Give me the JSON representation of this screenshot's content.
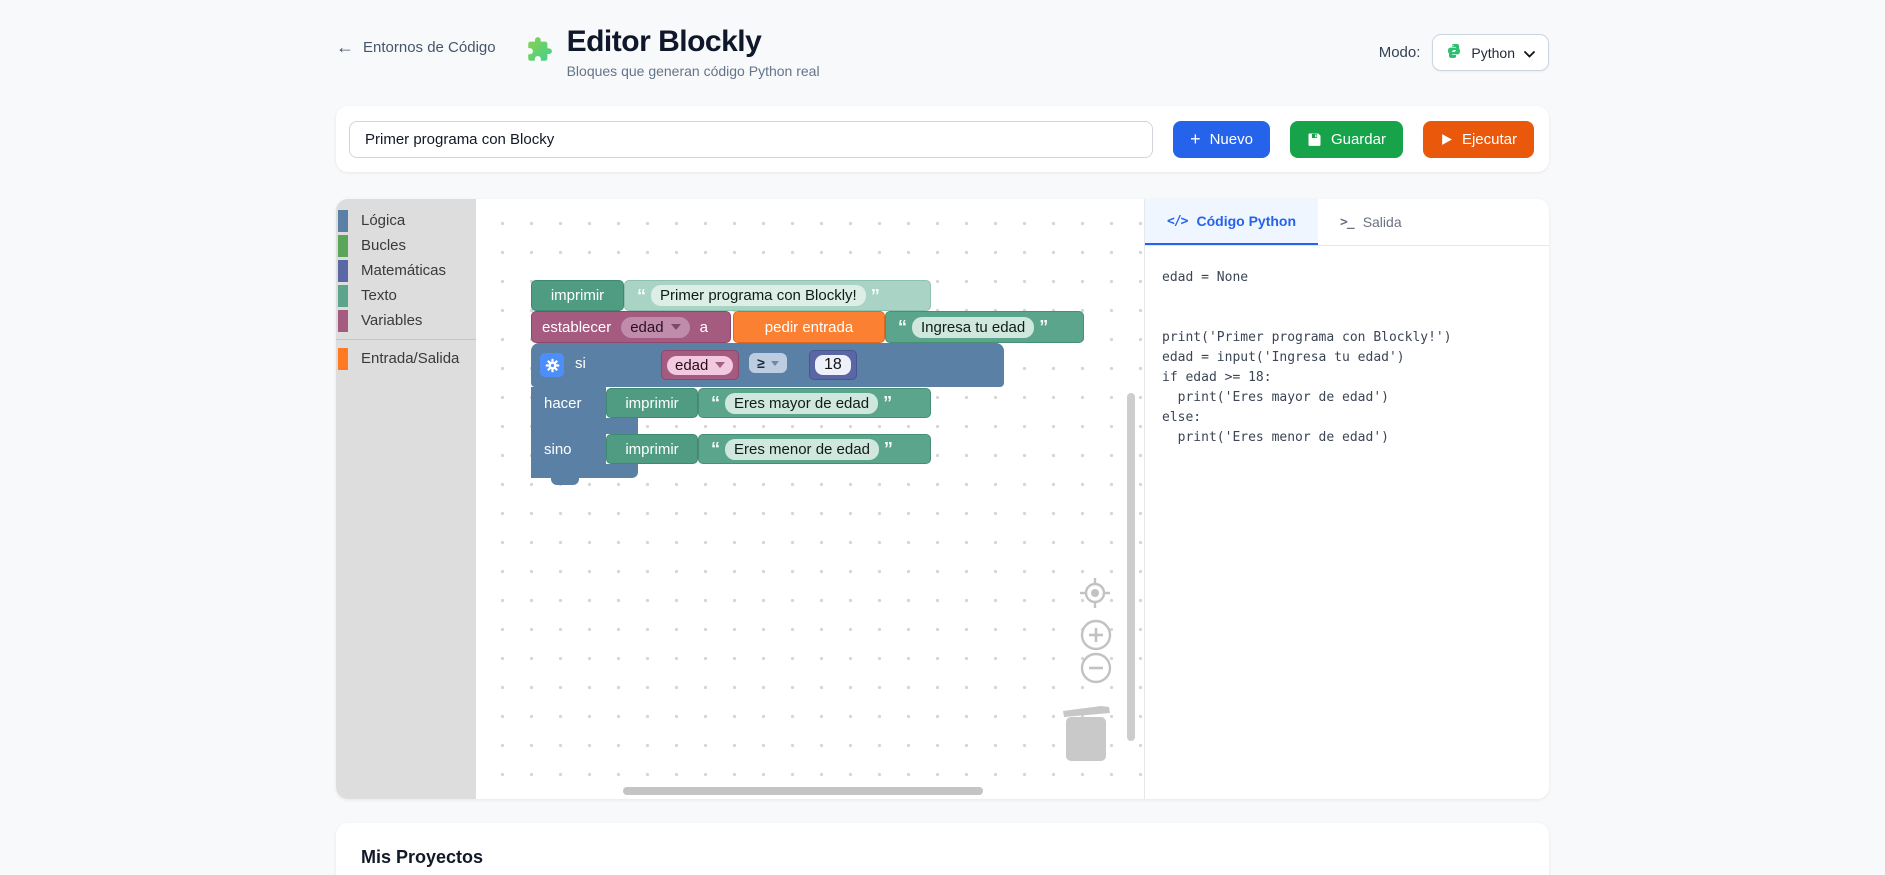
{
  "header": {
    "back_label": "Entornos de Código",
    "back_arrow": "←",
    "title": "Editor Blockly",
    "subtitle": "Bloques que generan código Python real",
    "mode_label": "Modo:",
    "mode_value": "Python"
  },
  "toolbar": {
    "project_name": "Primer programa con Blocky",
    "new_label": "Nuevo",
    "new_icon_glyph": "+",
    "save_label": "Guardar",
    "run_label": "Ejecutar"
  },
  "toolbox": {
    "categories": [
      {
        "label": "Lógica",
        "color": "#5b80a5"
      },
      {
        "label": "Bucles",
        "color": "#5ba55b"
      },
      {
        "label": "Matemáticas",
        "color": "#5b67a5"
      },
      {
        "label": "Texto",
        "color": "#5ba58c"
      },
      {
        "label": "Variables",
        "color": "#a55b80"
      },
      {
        "label": "Entrada/Salida",
        "color": "#ff7a21"
      }
    ]
  },
  "blocks": {
    "quote_open": "“",
    "quote_close": "”",
    "print1": {
      "label": "imprimir",
      "text": "Primer programa con Blockly!"
    },
    "set": {
      "label": "establecer",
      "var": "edad",
      "connector": "a"
    },
    "input": {
      "label": "pedir entrada",
      "prompt": "Ingresa tu edad"
    },
    "if": {
      "label": "si",
      "do_label": "hacer",
      "else_label": "sino",
      "cond_var": "edad",
      "cond_op": "≥",
      "cond_value": "18"
    },
    "do_print": {
      "label": "imprimir",
      "text": "Eres mayor de edad"
    },
    "else_print": {
      "label": "imprimir",
      "text": "Eres menor de edad"
    }
  },
  "panel": {
    "tab_code_icon": "</>",
    "tab_code_label": "Código Python",
    "tab_output_icon": ">_",
    "tab_output_label": "Salida",
    "code": "edad = None\n\n\nprint('Primer programa con Blockly!')\nedad = input('Ingresa tu edad')\nif edad >= 18:\n  print('Eres mayor de edad')\nelse:\n  print('Eres menor de edad')"
  },
  "projects": {
    "title": "Mis Proyectos"
  },
  "icons": {
    "back": "arrow-left",
    "logo": "puzzle-piece",
    "mode": "python-logo",
    "mode_chevron": "chevron-down",
    "new": "plus",
    "save": "floppy-disk",
    "run": "play",
    "tab_code": "code-brackets",
    "tab_output": "terminal-prompt",
    "mutator": "gear",
    "zoom_reset": "target",
    "zoom_in": "plus-circle",
    "zoom_out": "minus-circle",
    "trash": "trash-can"
  },
  "colors": {
    "primary": "#2563eb",
    "save_green": "#16a34a",
    "run_orange": "#ea580c",
    "block_logic": "#5b80a5",
    "block_math": "#5b67a5",
    "block_text": "#5ba58c",
    "block_variable": "#a55b80",
    "block_io": "#fb8032",
    "tab_active_bg": "#eff6ff",
    "toolbox_bg": "#dddddd"
  }
}
